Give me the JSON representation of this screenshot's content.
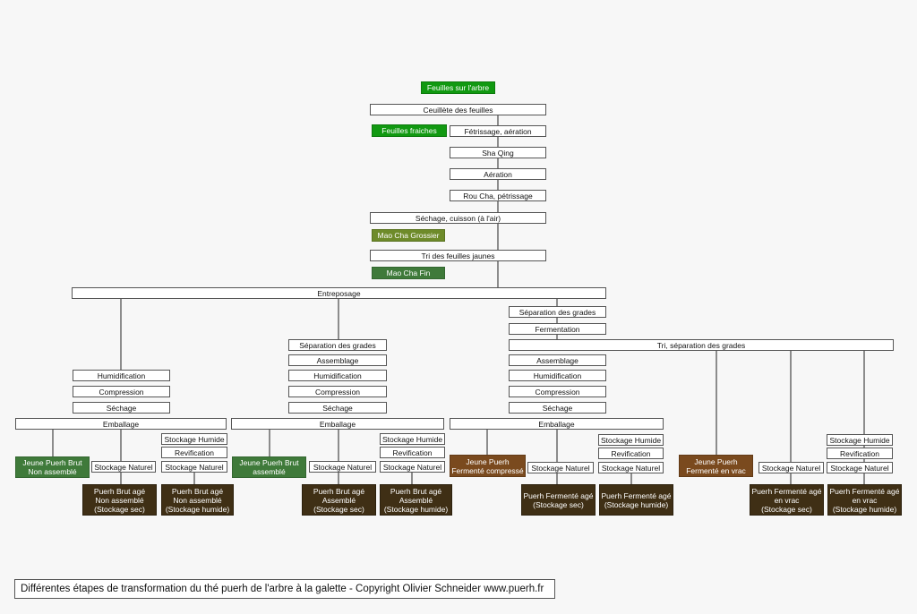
{
  "nodes": {
    "feuilles_arbre": "Feuilles sur l'arbre",
    "cueillette": "Ceuillète des feuilles",
    "feuilles_fraiches": "Feuilles fraiches",
    "fetrissage": "Fétrissage, aération",
    "sha_qing": "Sha Qing",
    "aeration": "Aération",
    "rou_cha": "Rou Cha, pétrissage",
    "sechage_cuisson": "Séchage, cuisson (à l'air)",
    "mao_cha_grossier": "Mao Cha Grossier",
    "tri_feuilles": "Tri des feuilles jaunes",
    "mao_cha_fin": "Mao Cha Fin",
    "entreposage": "Entreposage",
    "humidification": "Humidification",
    "compression": "Compression",
    "sechage": "Séchage",
    "emballage": "Emballage",
    "stockage_humide": "Stockage Humide",
    "revification": "Revification",
    "stockage_naturel": "Stockage Naturel",
    "separation_grades": "Séparation des grades",
    "assemblage": "Assemblage",
    "fermentation": "Fermentation",
    "tri_separation": "Tri, séparation des grades",
    "jeune_brut_non": "Jeune Puerh Brut\nNon assemblé",
    "jeune_brut_ass": "Jeune Puerh Brut\nassemblé",
    "jeune_ferm_comp": "Jeune Puerh\nFermenté compressé",
    "jeune_ferm_vrac": "Jeune Puerh\nFermenté en vrac",
    "brut_age_non_sec": "Puerh Brut agé\nNon assemblé\n(Stockage sec)",
    "brut_age_non_hum": "Puerh Brut agé\nNon assemblé\n(Stockage humide)",
    "brut_age_ass_sec": "Puerh Brut agé\nAssemblé\n(Stockage sec)",
    "brut_age_ass_hum": "Puerh Brut agé\nAssemblé\n(Stockage humide)",
    "ferm_age_sec": "Puerh Fermenté agé\n(Stockage sec)",
    "ferm_age_hum": "Puerh Fermenté agé\n(Stockage humide)",
    "ferm_age_vrac_sec": "Puerh Fermenté agé\nen vrac\n(Stockage sec)",
    "ferm_age_vrac_hum": "Puerh Fermenté agé\nen vrac\n(Stockage humide)"
  },
  "caption": "Différentes étapes de transformation du thé puerh de l'arbre à la galette - Copyright Olivier Schneider www.puerh.fr"
}
